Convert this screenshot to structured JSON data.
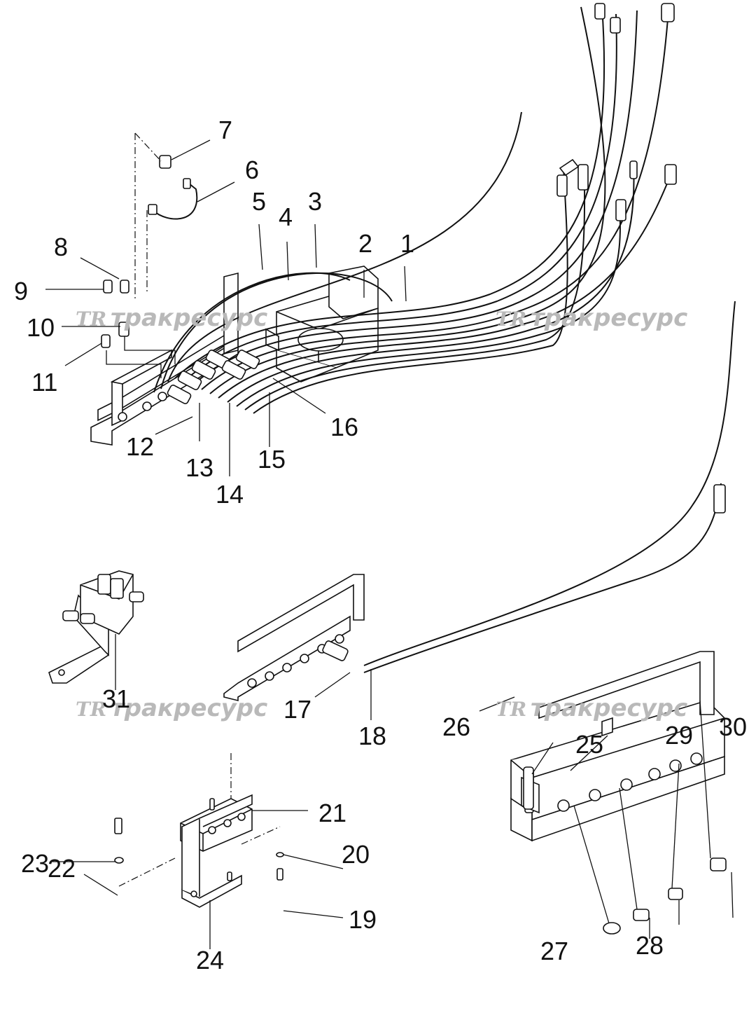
{
  "callouts": [
    "1",
    "2",
    "3",
    "4",
    "5",
    "6",
    "7",
    "8",
    "9",
    "10",
    "11",
    "12",
    "13",
    "14",
    "15",
    "16",
    "17",
    "18",
    "19",
    "20",
    "21",
    "22",
    "23",
    "24",
    "25",
    "26",
    "27",
    "28",
    "29",
    "30",
    "31"
  ],
  "watermark": {
    "text": "тракресурс",
    "logo": "TR",
    "color": "#b9b9b9"
  },
  "colors": {
    "ink": "#111111",
    "background": "#ffffff"
  }
}
